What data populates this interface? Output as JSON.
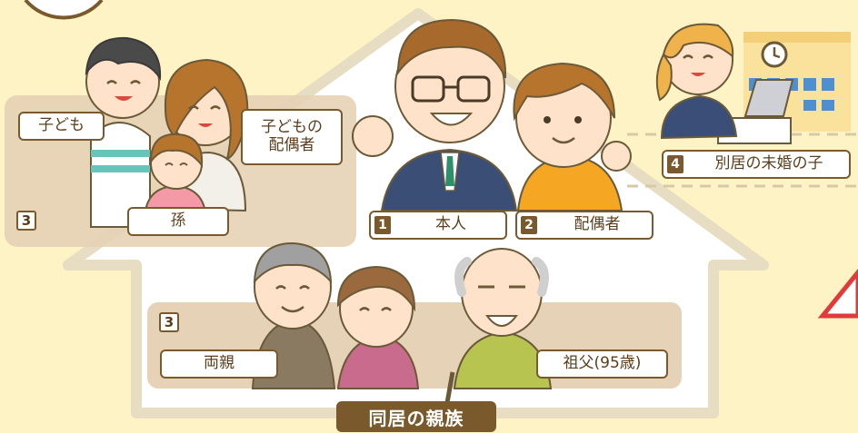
{
  "labels": {
    "child": "子ども",
    "child_spouse_line1": "子どもの",
    "child_spouse_line2": "配偶者",
    "grandchild": "孫",
    "self": "本人",
    "spouse": "配偶者",
    "separate_child": "別居の未婚の子",
    "parents": "両親",
    "grandfather": "祖父(95歳)"
  },
  "numbers": {
    "self": "1",
    "spouse": "2",
    "child_group": "3",
    "parents_group": "3",
    "separate_child": "4"
  },
  "banner": "同居の親族",
  "colors": {
    "background": "#fdf3c4",
    "house_outline": "#e7dfc4",
    "group_panel": "#e9d8c0",
    "label_border": "#7a5a2c",
    "banner": "#7a5a2c",
    "accent_red": "#e03a3a"
  }
}
